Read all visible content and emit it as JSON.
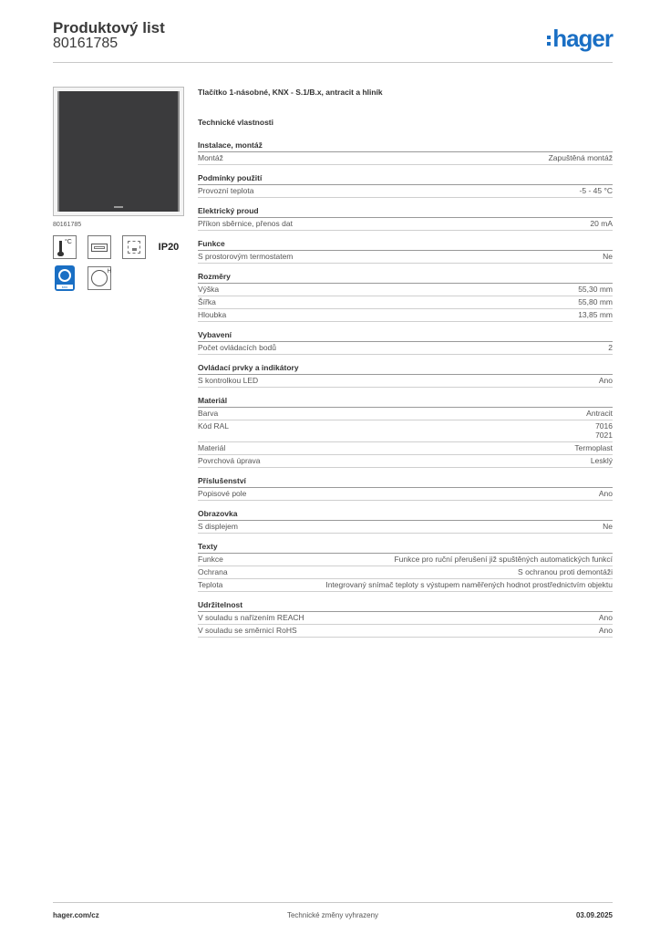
{
  "header": {
    "title": "Produktový list",
    "doc_number": "80161785",
    "logo_text": "hager",
    "brand_color": "#1a6fc4"
  },
  "left": {
    "image_caption": "80161785",
    "icons": [
      "temperature-icon",
      "device-display-icon",
      "flush-mount-icon",
      "ip20-icon",
      "knx-icon",
      "circle-h-icon"
    ],
    "temp_unit": "°C",
    "ip_label": "IP20",
    "knx_tag": "knx",
    "circle_mark": "H"
  },
  "product": {
    "name": "Tlačítko 1-násobné, KNX - S.1/B.x, antracit a hliník",
    "tech_title": "Technické vlastnosti"
  },
  "sections": [
    {
      "title": "Instalace, montáž",
      "rows": [
        {
          "label": "Montáž",
          "value": "Zapuštěná montáž"
        }
      ]
    },
    {
      "title": "Podmínky použití",
      "rows": [
        {
          "label": "Provozní teplota",
          "value": "-5 - 45 °C"
        }
      ]
    },
    {
      "title": "Elektrický proud",
      "rows": [
        {
          "label": "Příkon sběrnice, přenos dat",
          "value": "20 mA"
        }
      ]
    },
    {
      "title": "Funkce",
      "rows": [
        {
          "label": "S prostorovým termostatem",
          "value": "Ne"
        }
      ]
    },
    {
      "title": "Rozměry",
      "rows": [
        {
          "label": "Výška",
          "value": "55,30 mm"
        },
        {
          "label": "Šířka",
          "value": "55,80 mm"
        },
        {
          "label": "Hloubka",
          "value": "13,85 mm"
        }
      ]
    },
    {
      "title": "Vybavení",
      "rows": [
        {
          "label": "Počet ovládacích bodů",
          "value": "2"
        }
      ]
    },
    {
      "title": "Ovládací prvky a indikátory",
      "rows": [
        {
          "label": "S kontrolkou LED",
          "value": "Ano"
        }
      ]
    },
    {
      "title": "Materiál",
      "rows": [
        {
          "label": "Barva",
          "value": "Antracit"
        },
        {
          "label": "Kód RAL",
          "value": "7016\n7021"
        },
        {
          "label": "Materiál",
          "value": "Termoplast"
        },
        {
          "label": "Povrchová úprava",
          "value": "Lesklý"
        }
      ]
    },
    {
      "title": "Příslušenství",
      "rows": [
        {
          "label": "Popisové pole",
          "value": "Ano"
        }
      ]
    },
    {
      "title": "Obrazovka",
      "rows": [
        {
          "label": "S displejem",
          "value": "Ne"
        }
      ]
    },
    {
      "title": "Texty",
      "rows": [
        {
          "label": "Funkce",
          "value": "Funkce pro ruční přerušení již spuštěných automatických funkcí"
        },
        {
          "label": "Ochrana",
          "value": "S ochranou proti demontáži"
        },
        {
          "label": "Teplota",
          "value": "Integrovaný snímač teploty s výstupem naměřených hodnot prostřednictvím objektu"
        }
      ]
    },
    {
      "title": "Udržitelnost",
      "rows": [
        {
          "label": "V souladu s nařízením REACH",
          "value": "Ano"
        },
        {
          "label": "V souladu se směrnicí RoHS",
          "value": "Ano"
        }
      ]
    }
  ],
  "footer": {
    "website": "hager.com/cz",
    "note": "Technické změny vyhrazeny",
    "date": "03.09.2025"
  }
}
